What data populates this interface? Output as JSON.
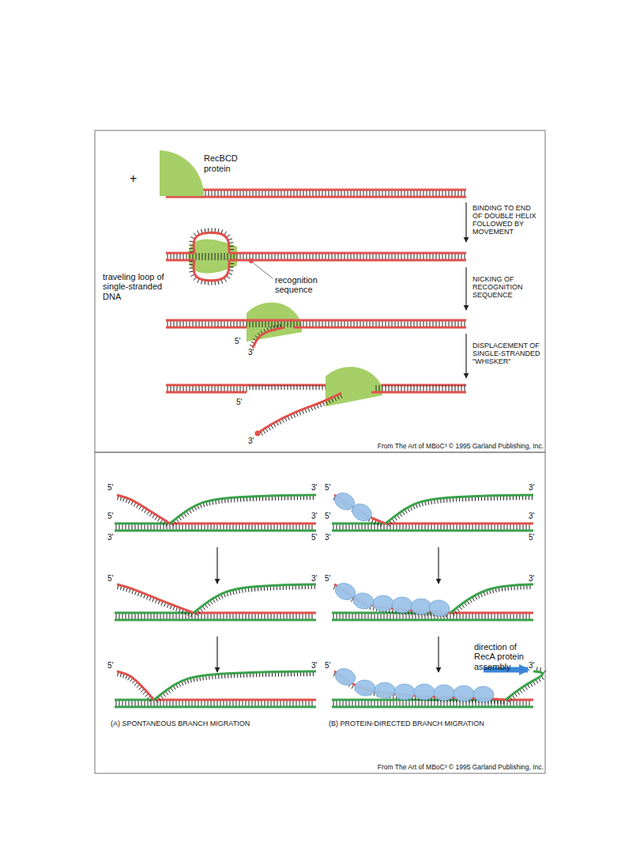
{
  "diagram": {
    "nodes": [
      {
        "text": [
          "RecBCD protein"
        ]
      }
    ],
    "labels": [
      "+",
      "BINDING TO END OF DOUBLE HELIX FOLLOWED BY MOVEMENT",
      "traveling loop of single-stranded DNA",
      "recognition sequence",
      "NICKING OF RECOGNITION SEQUENCE",
      "5'",
      "3'",
      "DISPLACEMENT OF SINGLE-STRANDED \"WHISKER\"",
      "5'",
      "3'",
      "From The Art of MBoC³ © 1995 Garland Publishing, Inc.",
      "5'",
      "3'",
      "5'",
      "3'",
      "3'",
      "5'",
      "5'",
      "3'",
      "5'",
      "3'",
      "3'",
      "5'",
      "5'",
      "3'",
      "5'",
      "3'",
      "5'",
      "3'",
      "5'",
      "3'",
      "direction of RecA protein assembly",
      "(A) SPONTANEOUS BRANCH MIGRATION",
      "(B) PROTEIN-DIRECTED BRANCH MIGRATION",
      "From The Art of MBoC³ © 1995 Garland Publishing, Inc."
    ]
  }
}
